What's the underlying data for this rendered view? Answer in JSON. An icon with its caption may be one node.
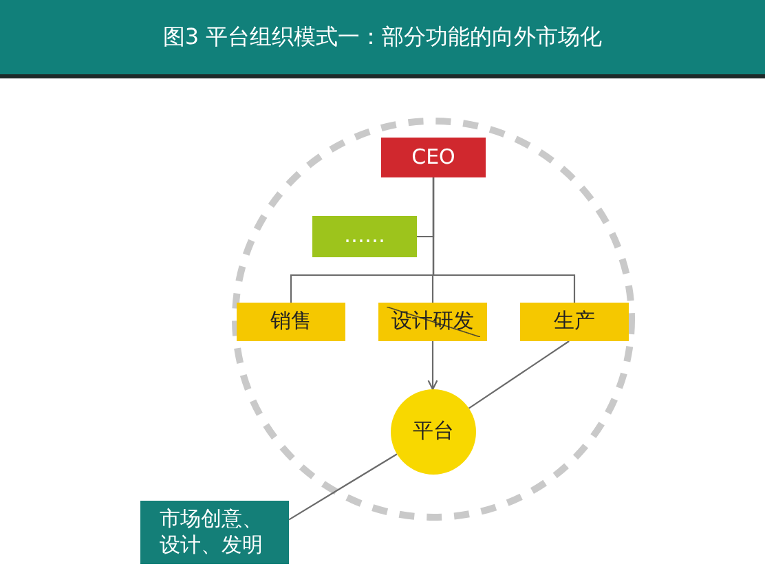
{
  "diagram": {
    "title": "图3 平台组织模式一：部分功能的向外市场化",
    "nodes": [
      {
        "text": [],
        "shape": "circle"
      },
      {
        "text": [
          "CEO"
        ],
        "in": 0
      },
      {
        "text": [
          "……"
        ],
        "in": 0
      },
      {
        "text": [
          "销售"
        ],
        "in": 0
      },
      {
        "text": [
          "设计研发"
        ],
        "in": 0
      },
      {
        "text": [
          "生产"
        ],
        "in": 0
      },
      {
        "text": [
          "平台"
        ],
        "in": 0
      },
      {
        "text": [
          "市场创意、设计、发明"
        ]
      }
    ],
    "edges": [
      {
        "from": 1,
        "to": 2,
        "arrow": "none"
      },
      {
        "from": 1,
        "to": 3,
        "arrow": "none"
      },
      {
        "from": 1,
        "to": 4,
        "arrow": "none"
      },
      {
        "from": 1,
        "to": 5,
        "arrow": "none"
      },
      {
        "from": 4,
        "to": 6,
        "arrow": "to"
      },
      {
        "from": 5,
        "to": 6,
        "arrow": "none"
      },
      {
        "from": 6,
        "to": 7,
        "arrow": "none"
      }
    ]
  }
}
